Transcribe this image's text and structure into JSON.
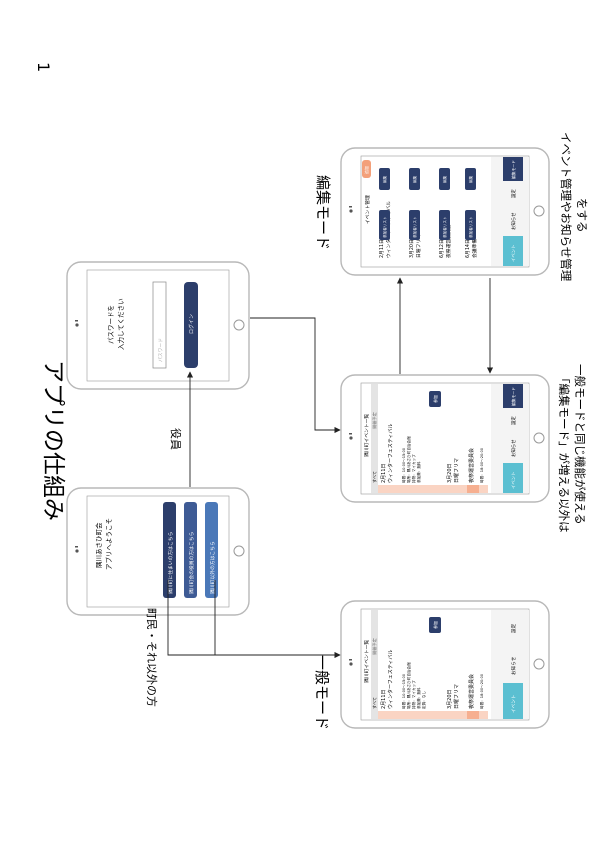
{
  "page_number": "1",
  "title": "アプリの仕組み",
  "edge_labels": {
    "residents": "町民・それ以外の方",
    "staff": "役員"
  },
  "mode_labels": {
    "general": "一般モード",
    "edit": "編集モード"
  },
  "captions": {
    "middle_line1": "「編集モード」が増える以外は",
    "middle_line2": "一般モードと同じ機能が使える",
    "right_line1": "イベント管理やお知らせ管理",
    "right_line2": "をする"
  },
  "welcome_screen": {
    "heading_line1": "隅川あさひ町会",
    "heading_line2": "アプリへようこそ",
    "buttons": [
      "隅川町に住まいの方はこちら",
      "隅川町会の役員の方はこちら",
      "隅川町以外の方はこちら"
    ]
  },
  "login_screen": {
    "prompt_line1": "パスワードを",
    "prompt_line2": "入力してください",
    "placeholder": "パスワード",
    "login_button": "ログイン"
  },
  "event_list_screen": {
    "header": "隅川町イベント一覧",
    "filters": [
      "すべて",
      "開催予定"
    ],
    "events": [
      {
        "date": "2月11日",
        "name": "ウィンターフェスティバル"
      },
      {
        "date": "3月20日",
        "name": "日曜フリマ"
      },
      {
        "date": "6月10日",
        "name": "夜祭運営委員会"
      }
    ],
    "detail_lines": [
      "時間：10:00〜15:00",
      "場所：隅川あさひ町自治会館",
      "持物：マイカップ",
      "参加費：無料"
    ],
    "detail_lines_general": [
      "時間：10:00〜15:00",
      "場所：隅川あさひ町自治会館",
      "持物：マイカップ",
      "参加費：無料",
      "定員：なし"
    ],
    "register_button": "参加",
    "time_label": "時間：18:00〜20:00",
    "tabs_middle": [
      "イベント",
      "お知らせ",
      "設定",
      "編集モード"
    ],
    "tabs_general": [
      "イベント",
      "お知らせ",
      "設定"
    ]
  },
  "edit_screen": {
    "header": "イベント管理",
    "add_button": "追加",
    "events": [
      {
        "date": "2月11日",
        "name": "ウィンターフェスティバル"
      },
      {
        "date": "3月20日",
        "name": "日曜フリマ"
      },
      {
        "date": "6月12日",
        "name": "夜祭運営委員会"
      },
      {
        "date": "6月14日",
        "name": "会議準備"
      }
    ],
    "edit_label": "編集",
    "participants_label": "参加者リスト",
    "tabs": [
      "イベント",
      "お知らせ",
      "設定",
      "編集モード"
    ]
  },
  "colors": {
    "navy": "#2c3e6b",
    "teal": "#5bbfd1",
    "orange": "#f3a07a",
    "phone_border": "#b8b8b8"
  }
}
